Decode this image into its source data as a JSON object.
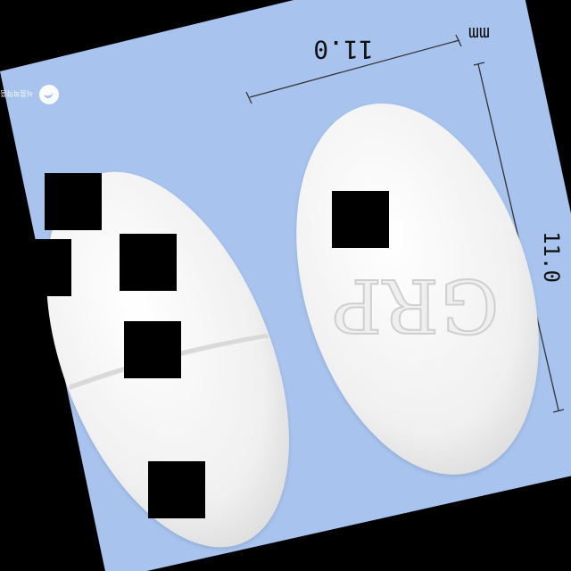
{
  "photo": {
    "background_color": "#a7c3ee",
    "pill_color": "#f1f1f1",
    "pill_shadow_color": "#d7d7d7",
    "score_line_color": "#d8d8d8",
    "mask_color": "#000000",
    "watermark_color": "#ffffff"
  },
  "measurements": {
    "width_label": "11.0",
    "height_label": "11.0",
    "unit_label": "mm"
  },
  "right_pill": {
    "imprint": "GRP"
  },
  "watermark": {
    "text": "식품의약품안전처 Ministry of Food and Drug Safety"
  }
}
